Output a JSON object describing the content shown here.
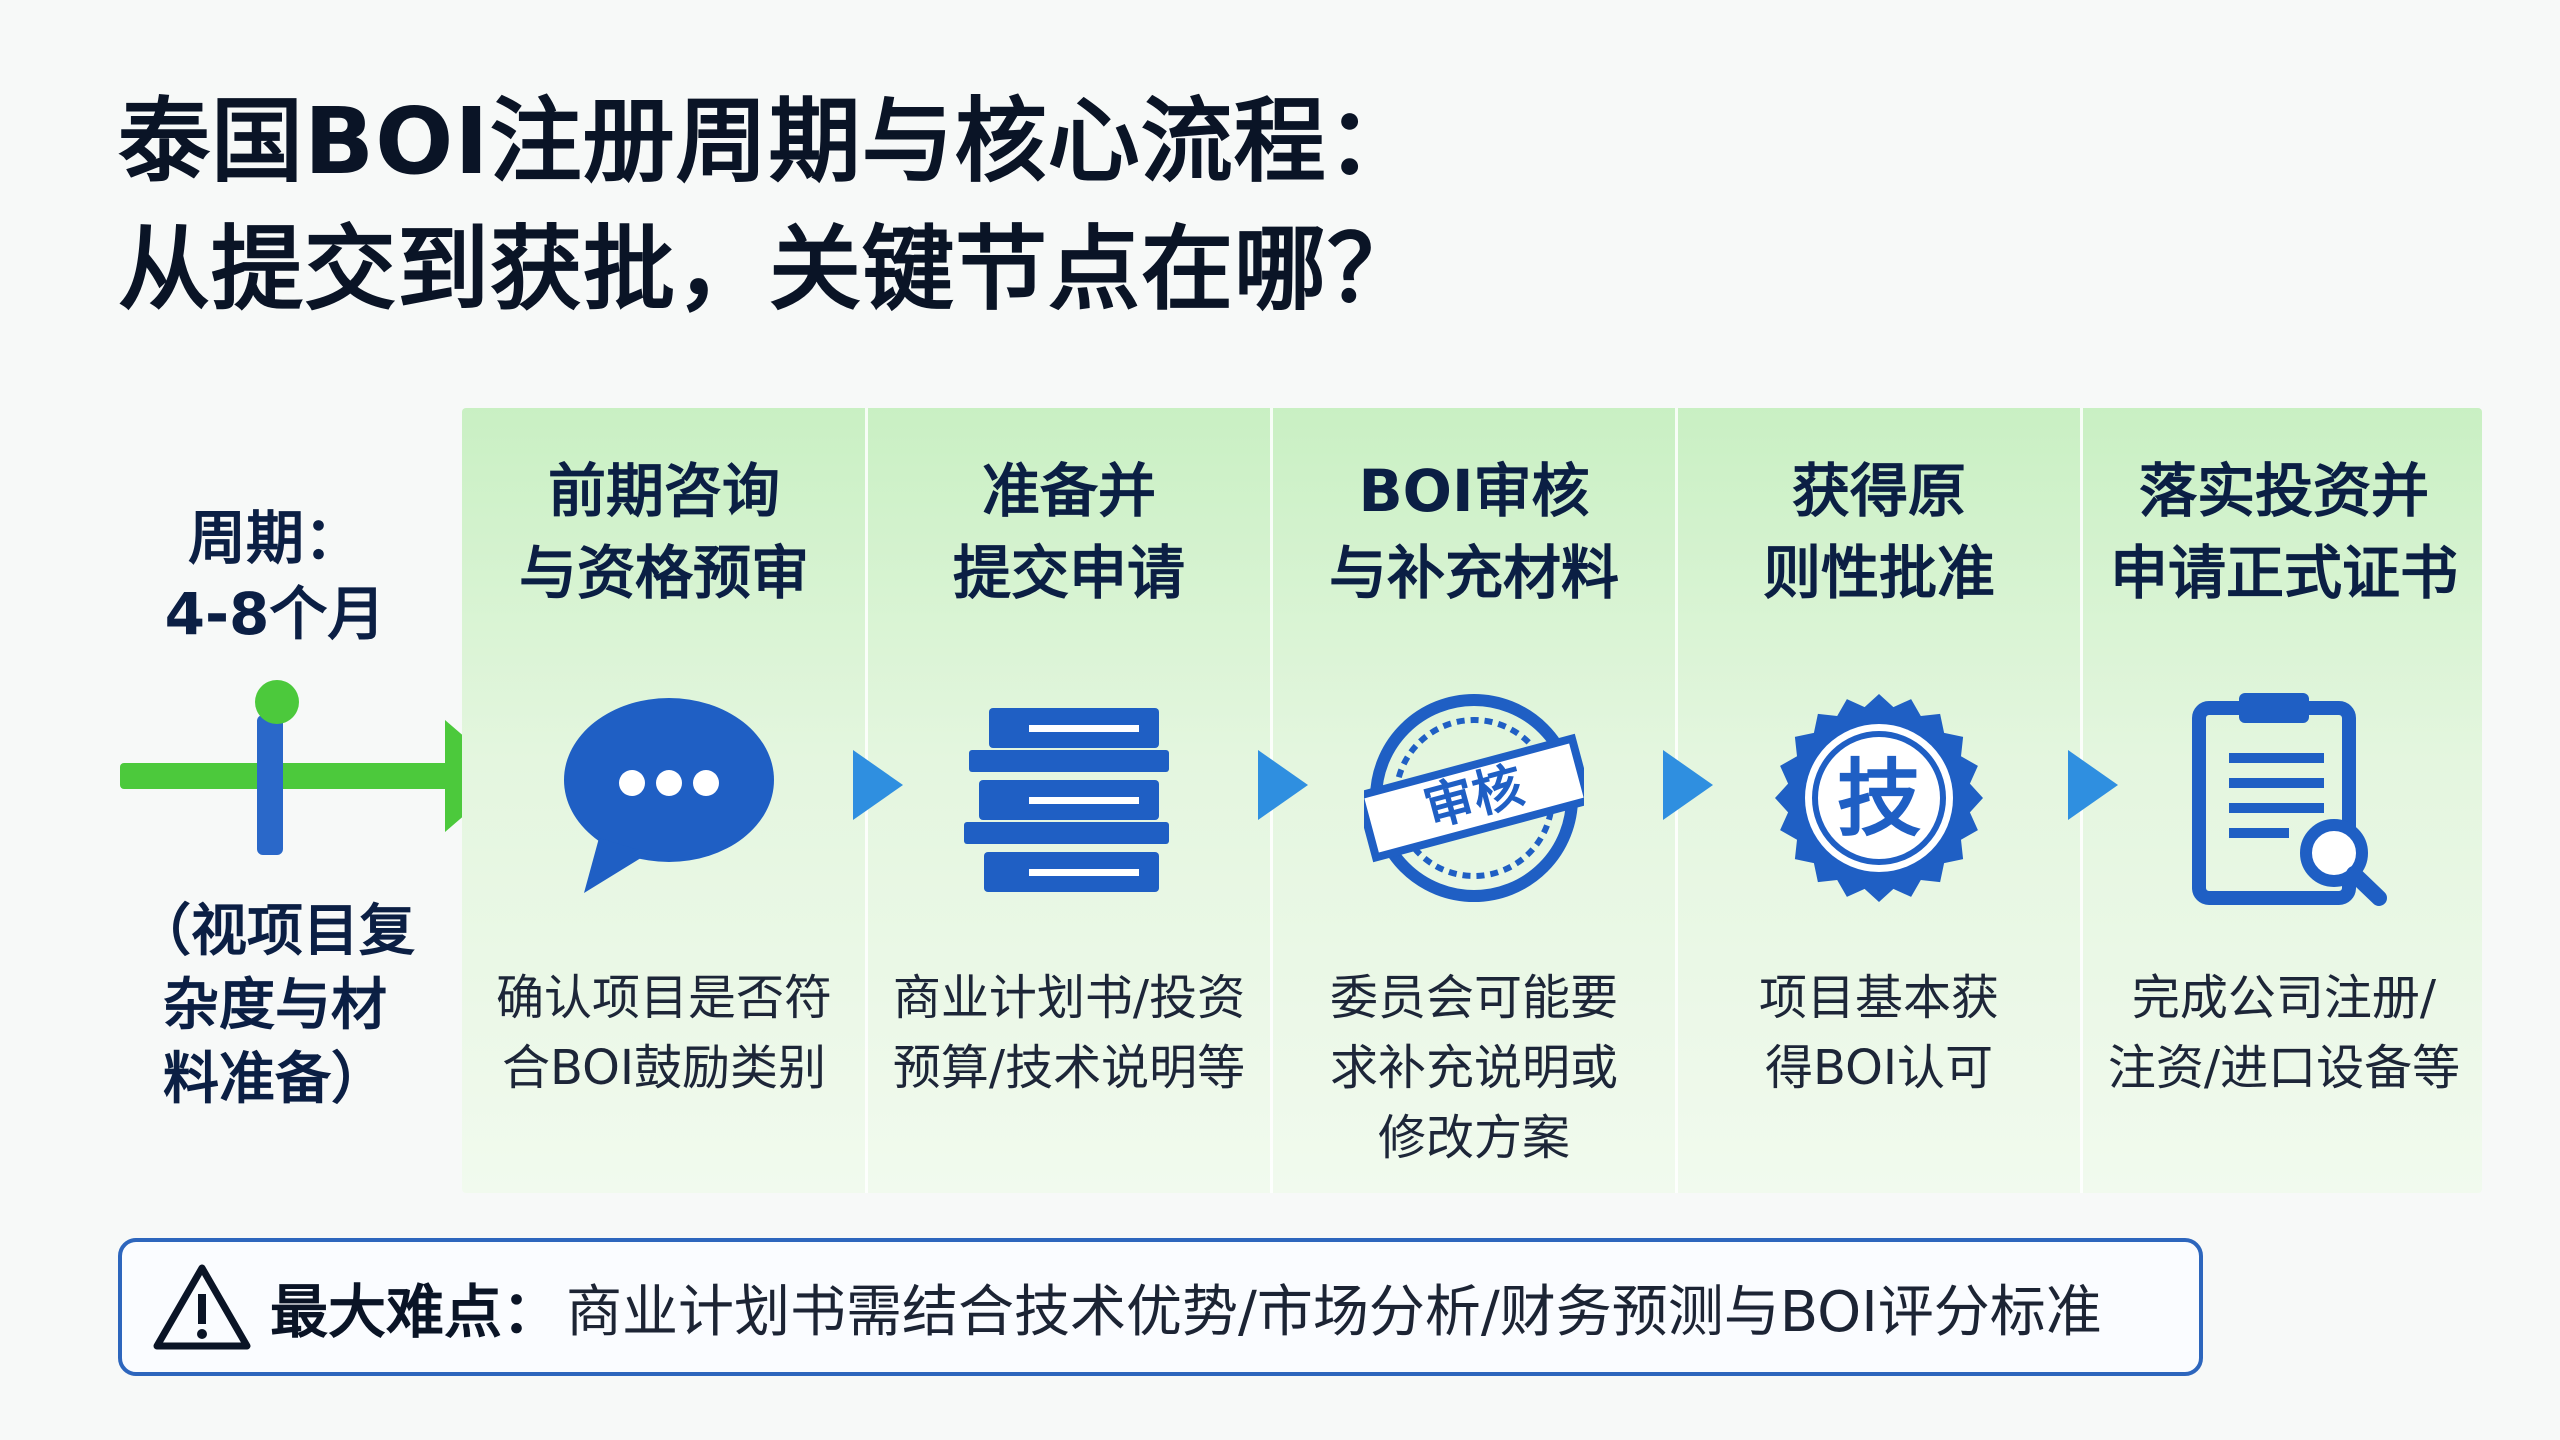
{
  "title": {
    "line1": "泰国BOI注册周期与核心流程：",
    "line2": "从提交到获批，关键节点在哪？"
  },
  "period": {
    "label": "周期：",
    "value": "4-8个月",
    "note_line1": "（视项目复",
    "note_line2": "杂度与材",
    "note_line3": "料准备）"
  },
  "steps": [
    {
      "title1": "前期咨询",
      "title2": "与资格预审",
      "icon": "chat-bubble-icon",
      "desc1": "确认项目是否符",
      "desc2": "合BOI鼓励类别",
      "desc3": ""
    },
    {
      "title1": "准备并",
      "title2": "提交申请",
      "icon": "document-stack-icon",
      "desc1": "商业计划书/投资",
      "desc2": "预算/技术说明等",
      "desc3": ""
    },
    {
      "title1": "BOI审核",
      "title2": "与补充材料",
      "icon": "review-stamp-icon",
      "stamp_text": "审核",
      "desc1": "委员会可能要",
      "desc2": "求补充说明或",
      "desc3": "修改方案"
    },
    {
      "title1": "获得原",
      "title2": "则性批准",
      "icon": "approval-seal-icon",
      "seal_text": "技",
      "desc1": "项目基本获",
      "desc2": "得BOI认可",
      "desc3": ""
    },
    {
      "title1": "落实投资并",
      "title2": "申请正式证书",
      "icon": "clipboard-search-icon",
      "desc1": "完成公司注册/",
      "desc2": "注资/进口设备等",
      "desc3": ""
    }
  ],
  "note": {
    "icon": "warning-icon",
    "label": "最大难点：",
    "text": "商业计划书需结合技术优势/市场分析/财务预测与BOI评分标准"
  },
  "colors": {
    "accent_blue": "#1f5fc4",
    "accent_green": "#4cc93c",
    "panel_green": "#d6f3cf"
  }
}
